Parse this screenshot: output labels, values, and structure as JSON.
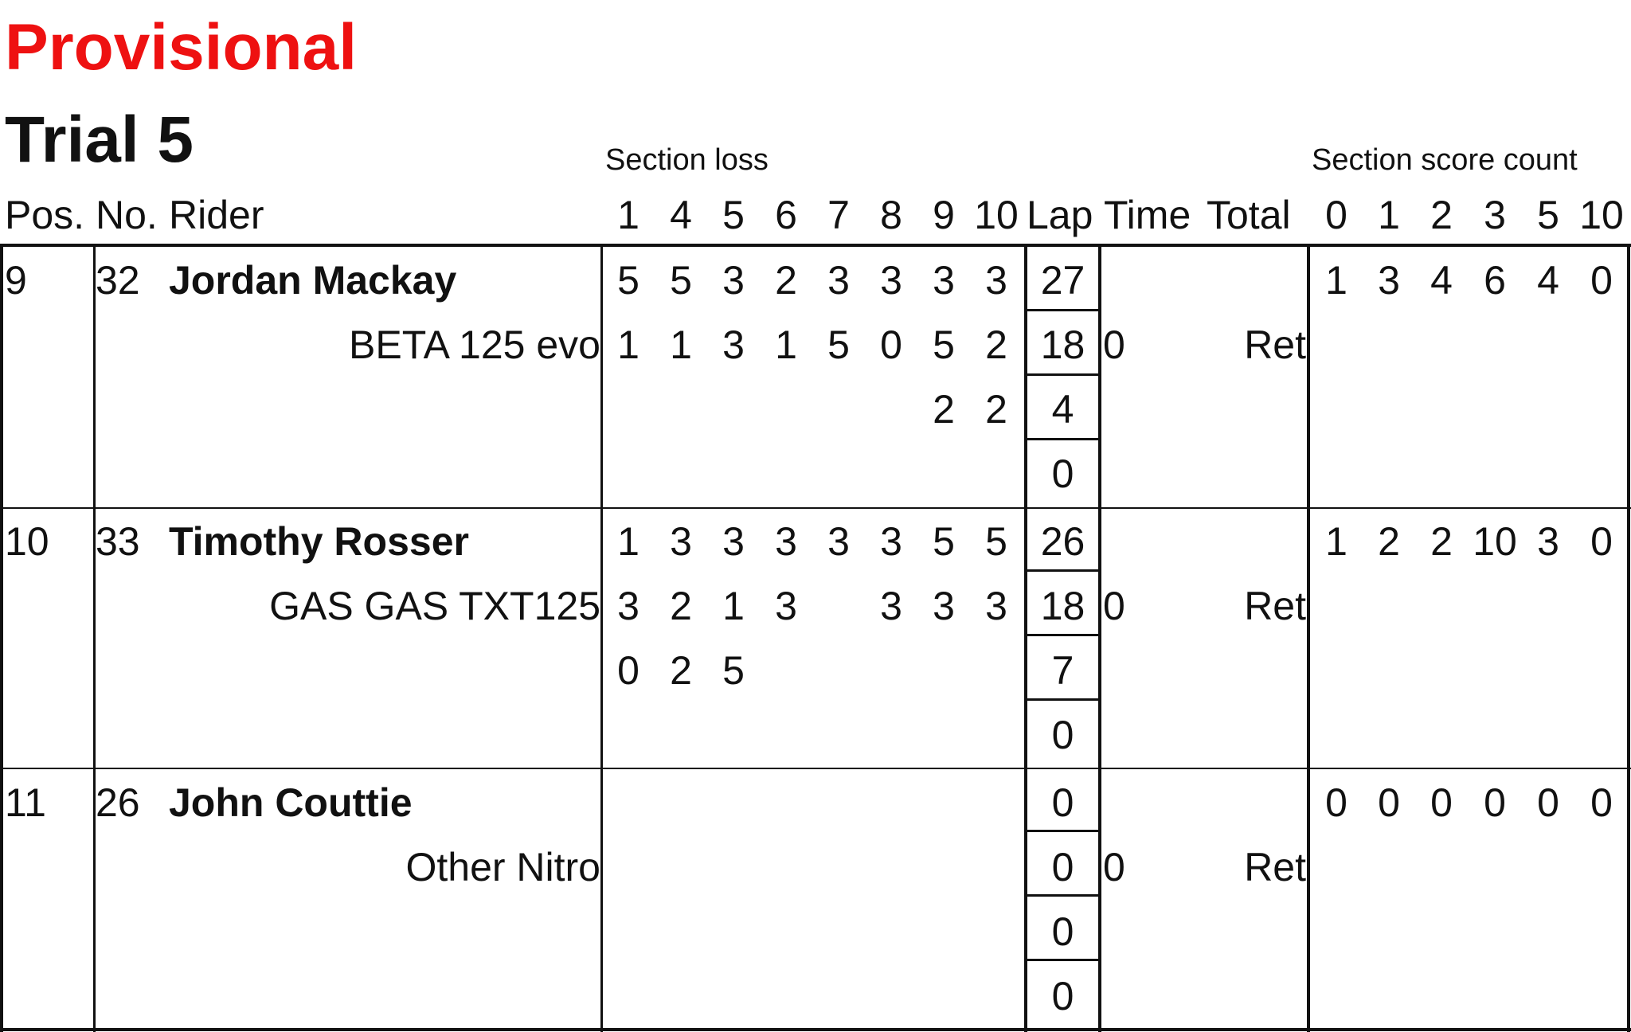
{
  "status": "Provisional",
  "status_color": "#ee1111",
  "title": "Trial 5",
  "headers": {
    "section_loss": "Section loss",
    "section_score_count": "Section score count",
    "pos": "Pos.",
    "no": "No.",
    "rider": "Rider",
    "sections": [
      "1",
      "4",
      "5",
      "6",
      "7",
      "8",
      "9",
      "10"
    ],
    "lap": "Lap",
    "time": "Time",
    "total": "Total",
    "score_counts": [
      "0",
      "1",
      "2",
      "3",
      "5",
      "10"
    ]
  },
  "riders": [
    {
      "pos": "9",
      "no": "32",
      "name": "Jordan Mackay",
      "bike": "BETA 125 evo",
      "section_rows": [
        [
          "5",
          "5",
          "3",
          "2",
          "3",
          "3",
          "3",
          "3"
        ],
        [
          "1",
          "1",
          "3",
          "1",
          "5",
          "0",
          "5",
          "2"
        ],
        [
          "",
          "",
          "",
          "",
          "",
          "",
          "2",
          "2"
        ]
      ],
      "laps": [
        "27",
        "18",
        "4",
        "0"
      ],
      "time": "0",
      "total": "Ret",
      "score_counts": [
        "1",
        "3",
        "4",
        "6",
        "4",
        "0"
      ]
    },
    {
      "pos": "10",
      "no": "33",
      "name": "Timothy Rosser",
      "bike": "GAS GAS TXT125",
      "section_rows": [
        [
          "1",
          "3",
          "3",
          "3",
          "3",
          "3",
          "5",
          "5"
        ],
        [
          "3",
          "2",
          "1",
          "3",
          "",
          "3",
          "3",
          "3"
        ],
        [
          "0",
          "2",
          "5",
          "",
          "",
          "",
          "",
          ""
        ]
      ],
      "laps": [
        "26",
        "18",
        "7",
        "0"
      ],
      "time": "0",
      "total": "Ret",
      "score_counts": [
        "1",
        "2",
        "2",
        "10",
        "3",
        "0"
      ]
    },
    {
      "pos": "11",
      "no": "26",
      "name": "John Couttie",
      "bike": "Other Nitro",
      "section_rows": [
        [
          "",
          "",
          "",
          "",
          "",
          "",
          "",
          ""
        ],
        [
          "",
          "",
          "",
          "",
          "",
          "",
          "",
          ""
        ],
        [
          "",
          "",
          "",
          "",
          "",
          "",
          "",
          ""
        ]
      ],
      "laps": [
        "0",
        "0",
        "0",
        "0"
      ],
      "time": "0",
      "total": "Ret",
      "score_counts": [
        "0",
        "0",
        "0",
        "0",
        "0",
        "0"
      ]
    }
  ]
}
